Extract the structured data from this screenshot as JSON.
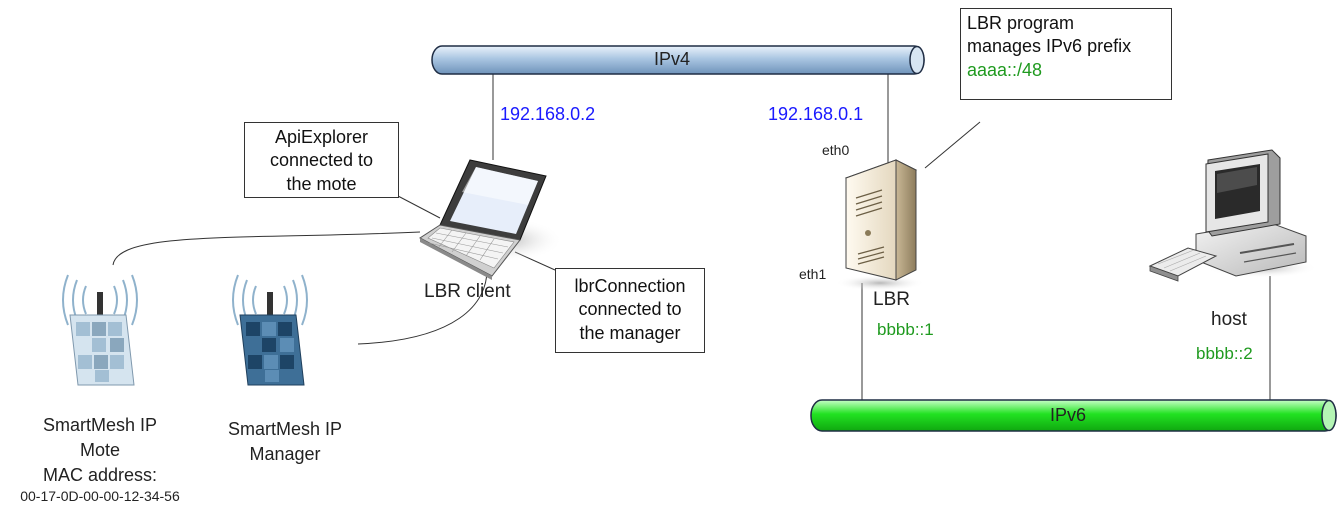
{
  "networks": {
    "ipv4_label": "IPv4",
    "ipv6_label": "IPv6"
  },
  "addresses": {
    "client_ipv4": "192.168.0.2",
    "lbr_ipv4": "192.168.0.1",
    "lbr_ipv6": "bbbb::1",
    "host_ipv6": "bbbb::2"
  },
  "interfaces": {
    "eth0": "eth0",
    "eth1": "eth1"
  },
  "devices": {
    "client": "LBR client",
    "lbr": "LBR",
    "host": "host",
    "mote_line1": "SmartMesh IP",
    "mote_line2": "Mote",
    "mac_label": "MAC address:",
    "mac_value": "00-17-0D-00-00-12-34-56",
    "manager_line1": "SmartMesh IP",
    "manager_line2": "Manager"
  },
  "callouts": {
    "apiexplorer": [
      "ApiExplorer",
      "connected to",
      "the mote"
    ],
    "lbrconnection": [
      "lbrConnection",
      "connected to",
      "the manager"
    ],
    "lbr_program": [
      "LBR program",
      "manages IPv6 prefix"
    ],
    "lbr_prefix": "aaaa::/48"
  },
  "colors": {
    "ipv4_pipe": "#a9c4e0",
    "ipv6_pipe": "#22e222",
    "address_blue": "#1a1aff",
    "address_green": "#1f9a1f"
  }
}
